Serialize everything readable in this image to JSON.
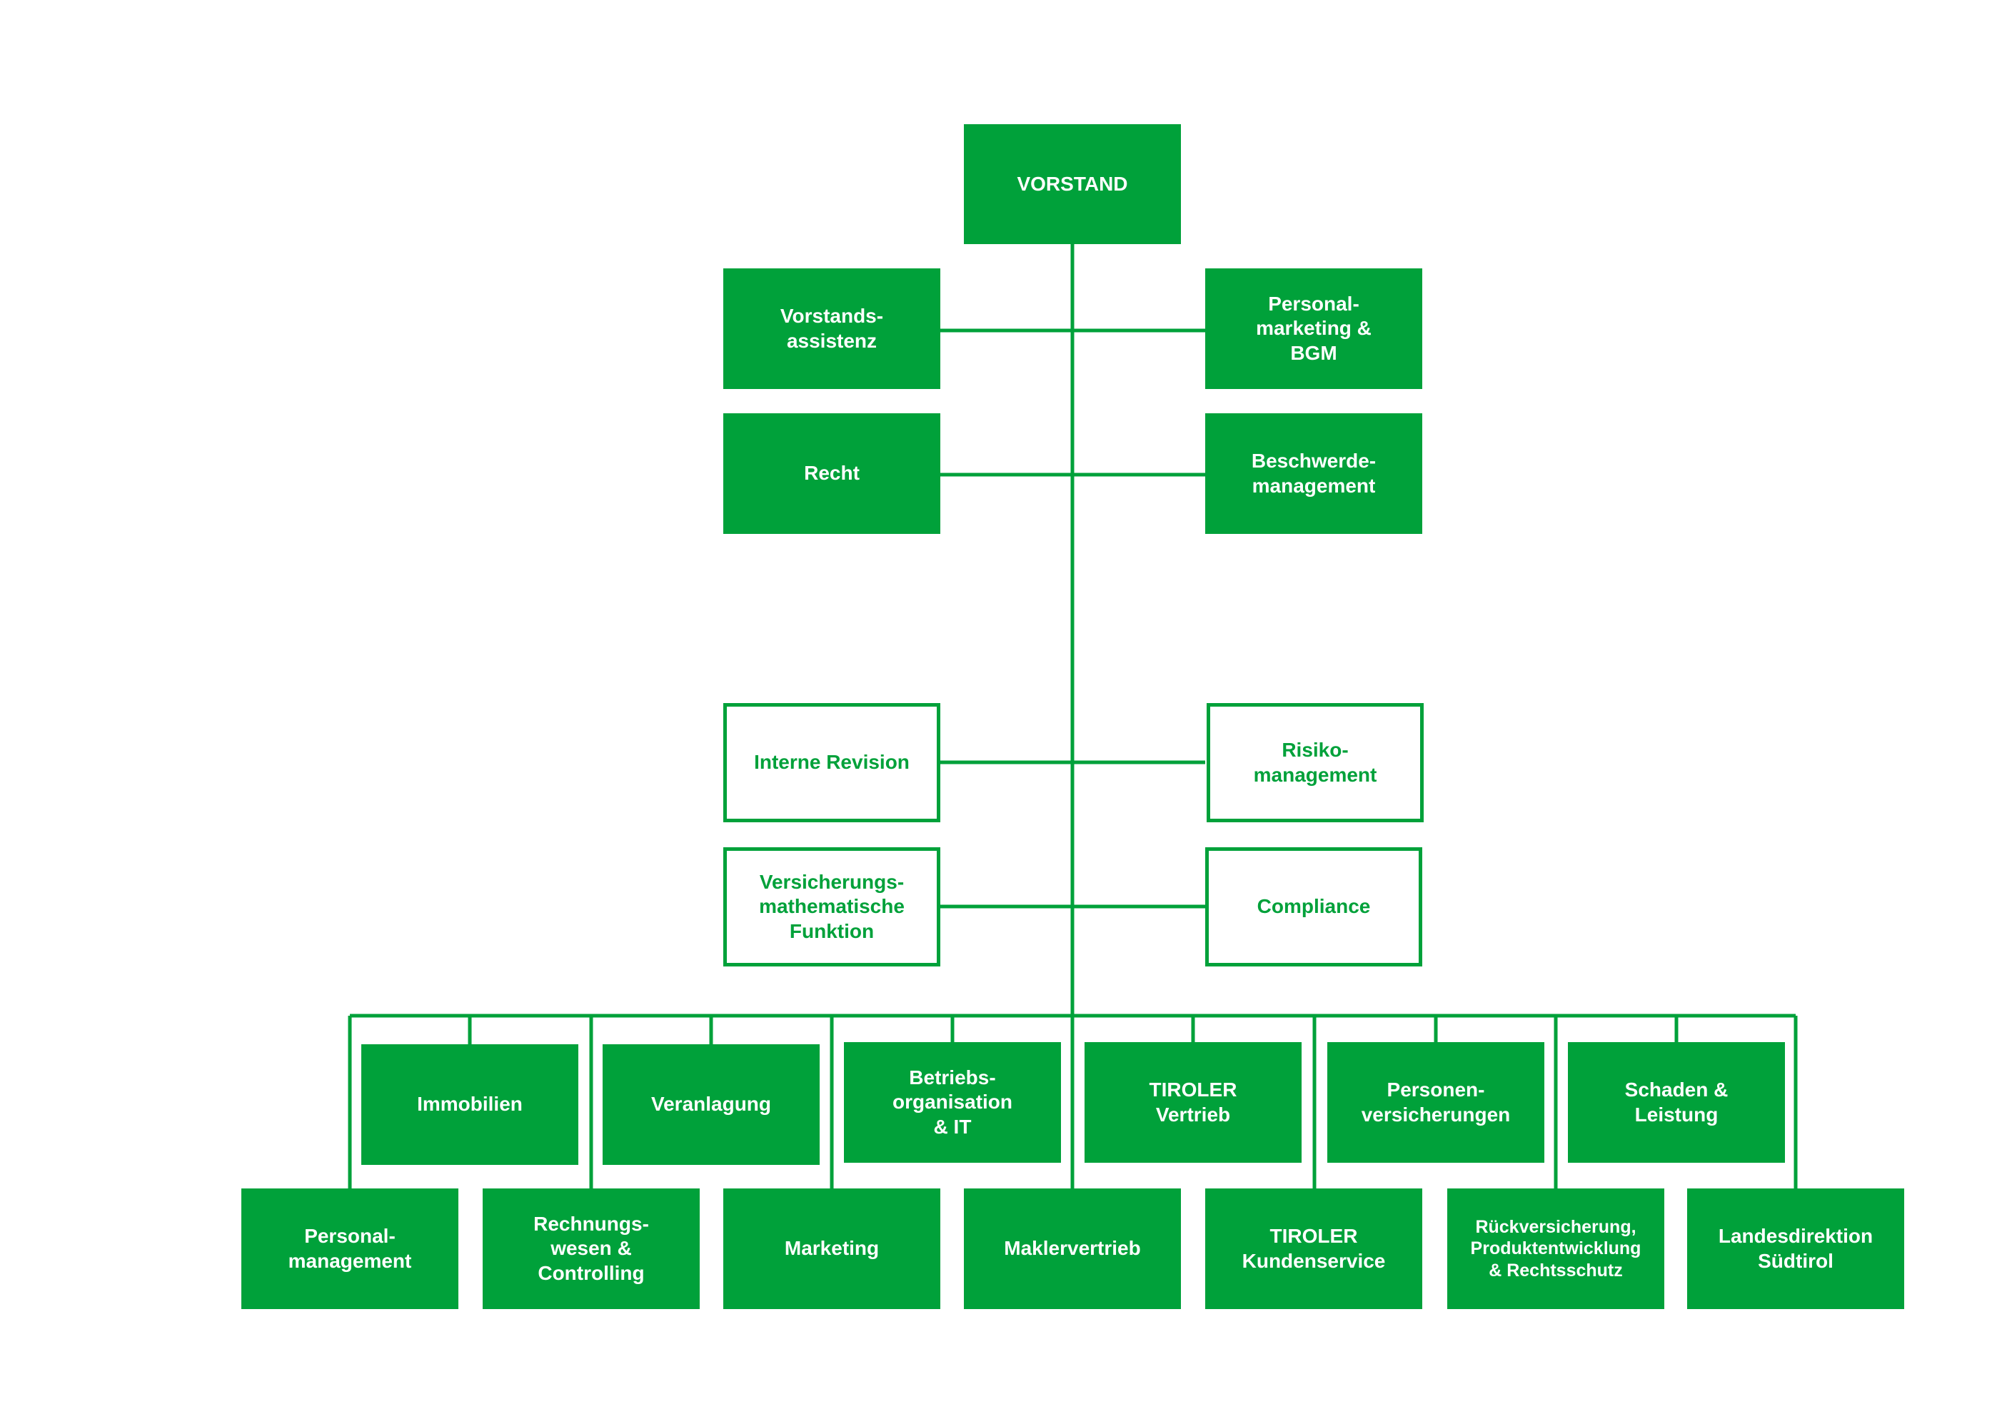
{
  "colors": {
    "green": "#00a13a",
    "background": "#ffffff"
  },
  "top": {
    "label": "VORSTAND"
  },
  "staff_upper": {
    "vorstandsassistenz": "Vorstands-\nassistenz",
    "personalmarketing": "Personal-\nmarketing &\nBGM",
    "recht": "Recht",
    "beschwerdemanagement": "Beschwerde-\nmanagement"
  },
  "control_functions": {
    "interne_revision": "Interne Revision",
    "risikomanagement": "Risiko-\nmanagement",
    "versicherungsmathematik": "Versicherungs-\nmathematische\nFunktion",
    "compliance": "Compliance"
  },
  "divisions_upper": [
    "Immobilien",
    "Veranlagung",
    "Betriebs-\norganisation\n& IT",
    "TIROLER\nVertrieb",
    "Personen-\nversicherungen",
    "Schaden &\nLeistung"
  ],
  "divisions_lower": [
    "Personal-\nmanagement",
    "Rechnungs-\nwesen &\nControlling",
    "Marketing",
    "Maklervertrieb",
    "TIROLER\nKundenservice",
    "Rückversicherung,\nProduktentwicklung\n& Rechtsschutz",
    "Landesdirektion\nSüdtirol"
  ]
}
